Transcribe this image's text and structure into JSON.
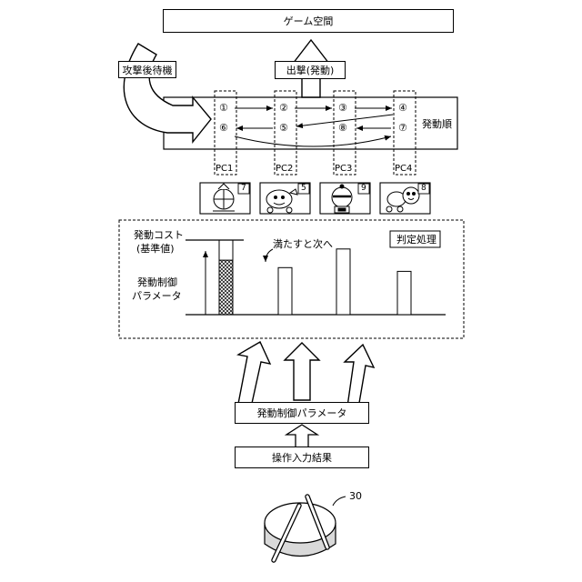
{
  "game_space": "ゲーム空間",
  "attack_wait": "攻撃後待機",
  "sortie": "出撃(発動)",
  "activation_order": "発動順",
  "slots": [
    {
      "top": "①",
      "bottom": "⑥",
      "pc": "PC1",
      "badge": "7"
    },
    {
      "top": "②",
      "bottom": "⑤",
      "pc": "PC2",
      "badge": "5"
    },
    {
      "top": "③",
      "bottom": "⑧",
      "pc": "PC3",
      "badge": "9"
    },
    {
      "top": "④",
      "bottom": "⑦",
      "pc": "PC4",
      "badge": "8"
    }
  ],
  "judgement": "判定処理",
  "cost_label": "発動コスト",
  "cost_sub": "(基準値)",
  "fill_next": "満たすと次へ",
  "param_label_1": "発動制御",
  "param_label_2": "パラメータ",
  "param_box": "発動制御パラメータ",
  "input_box": "操作入力結果",
  "device_ref": "30",
  "gauge_levels": [
    0.73,
    0.63,
    0.88,
    0.58
  ]
}
